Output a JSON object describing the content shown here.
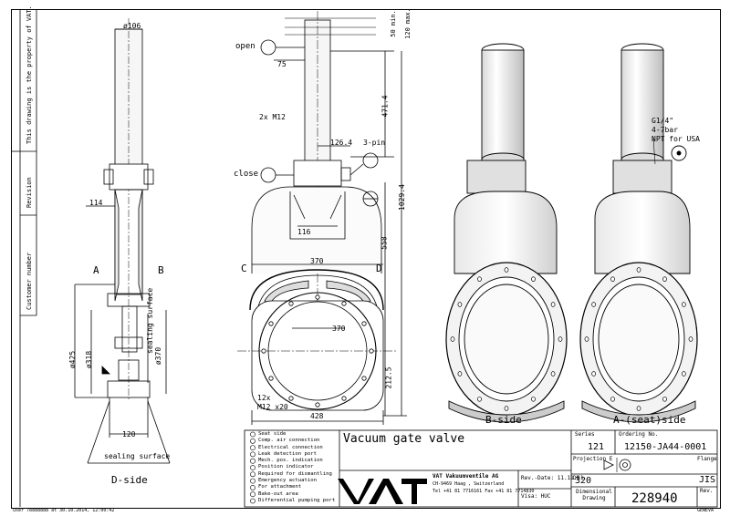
{
  "left_strip": {
    "property_notice": "This drawing is the property of VAT.",
    "revision_label": "Revision",
    "customer_number_label": "Customer number"
  },
  "views": {
    "d_side_label": "D-side",
    "b_side_label": "B-side",
    "a_side_label": "A-(seat)side",
    "side_a": "A",
    "side_b": "B",
    "side_c": "C",
    "side_d": "D",
    "sealing_surface_bottom": "sealing surface",
    "sealing_surface_vertical": "sealing surface"
  },
  "dimensions": {
    "d106": "ø106",
    "d114": "114",
    "d425": "ø425",
    "d318": "ø318",
    "d370_side": "ø370",
    "d120": "120",
    "d75": "75",
    "d126_4": "126.4",
    "d116": "116",
    "d370_top": "370",
    "d370_circle": "370",
    "d428": "428",
    "d471_4": "471.4",
    "d1029_4": "1029.4",
    "d558": "558",
    "d212_5": "212.5",
    "d50min": "50 min.",
    "d120max": "120 max.",
    "m12_2x": "2x M12",
    "m12_12x_a": "12x",
    "m12_12x_b": "M12 x20",
    "open": "open",
    "close": "close",
    "three_pin": "3-pin",
    "g14_a": "G1/4\"",
    "g14_b": "4-7bar",
    "g14_c": "NPT for USA"
  },
  "legend": [
    "Seat side",
    "Comp. air connection",
    "Electrical connection",
    "Leak detection port",
    "Mech. pos. indication",
    "Position indicator",
    "Required for dismantling",
    "Emergency actuation",
    "For attachment",
    "Bake-out area",
    "Differential pumping port"
  ],
  "title_block": {
    "title": "Vacuum gate valve",
    "series_label": "Series",
    "series_value": "121",
    "ordering_label": "Ordering No.",
    "ordering_value": "12150-JA44-0001",
    "projection_label": "Projection E",
    "dn_label": "DN",
    "dn_value": "320",
    "flange_label": "Flange",
    "flange_value": "JIS",
    "company": "VAT Vakuumventile AG",
    "address": "CH-9469 Haag , Switzerland",
    "phone": "Tel +41 81 7716161 Fax +41 81 7714830",
    "rev_date": "Rev.-Date: 11.11.11",
    "visa": "Visa: HUC",
    "dim_drawing": "Dimensional Drawing",
    "drawing_number": "228940",
    "rev_label": "Rev.",
    "logo": "VAT"
  },
  "footer": {
    "left": "user 78888888 at 30.10.2014, 12:00:42",
    "right": "GENEVA"
  }
}
